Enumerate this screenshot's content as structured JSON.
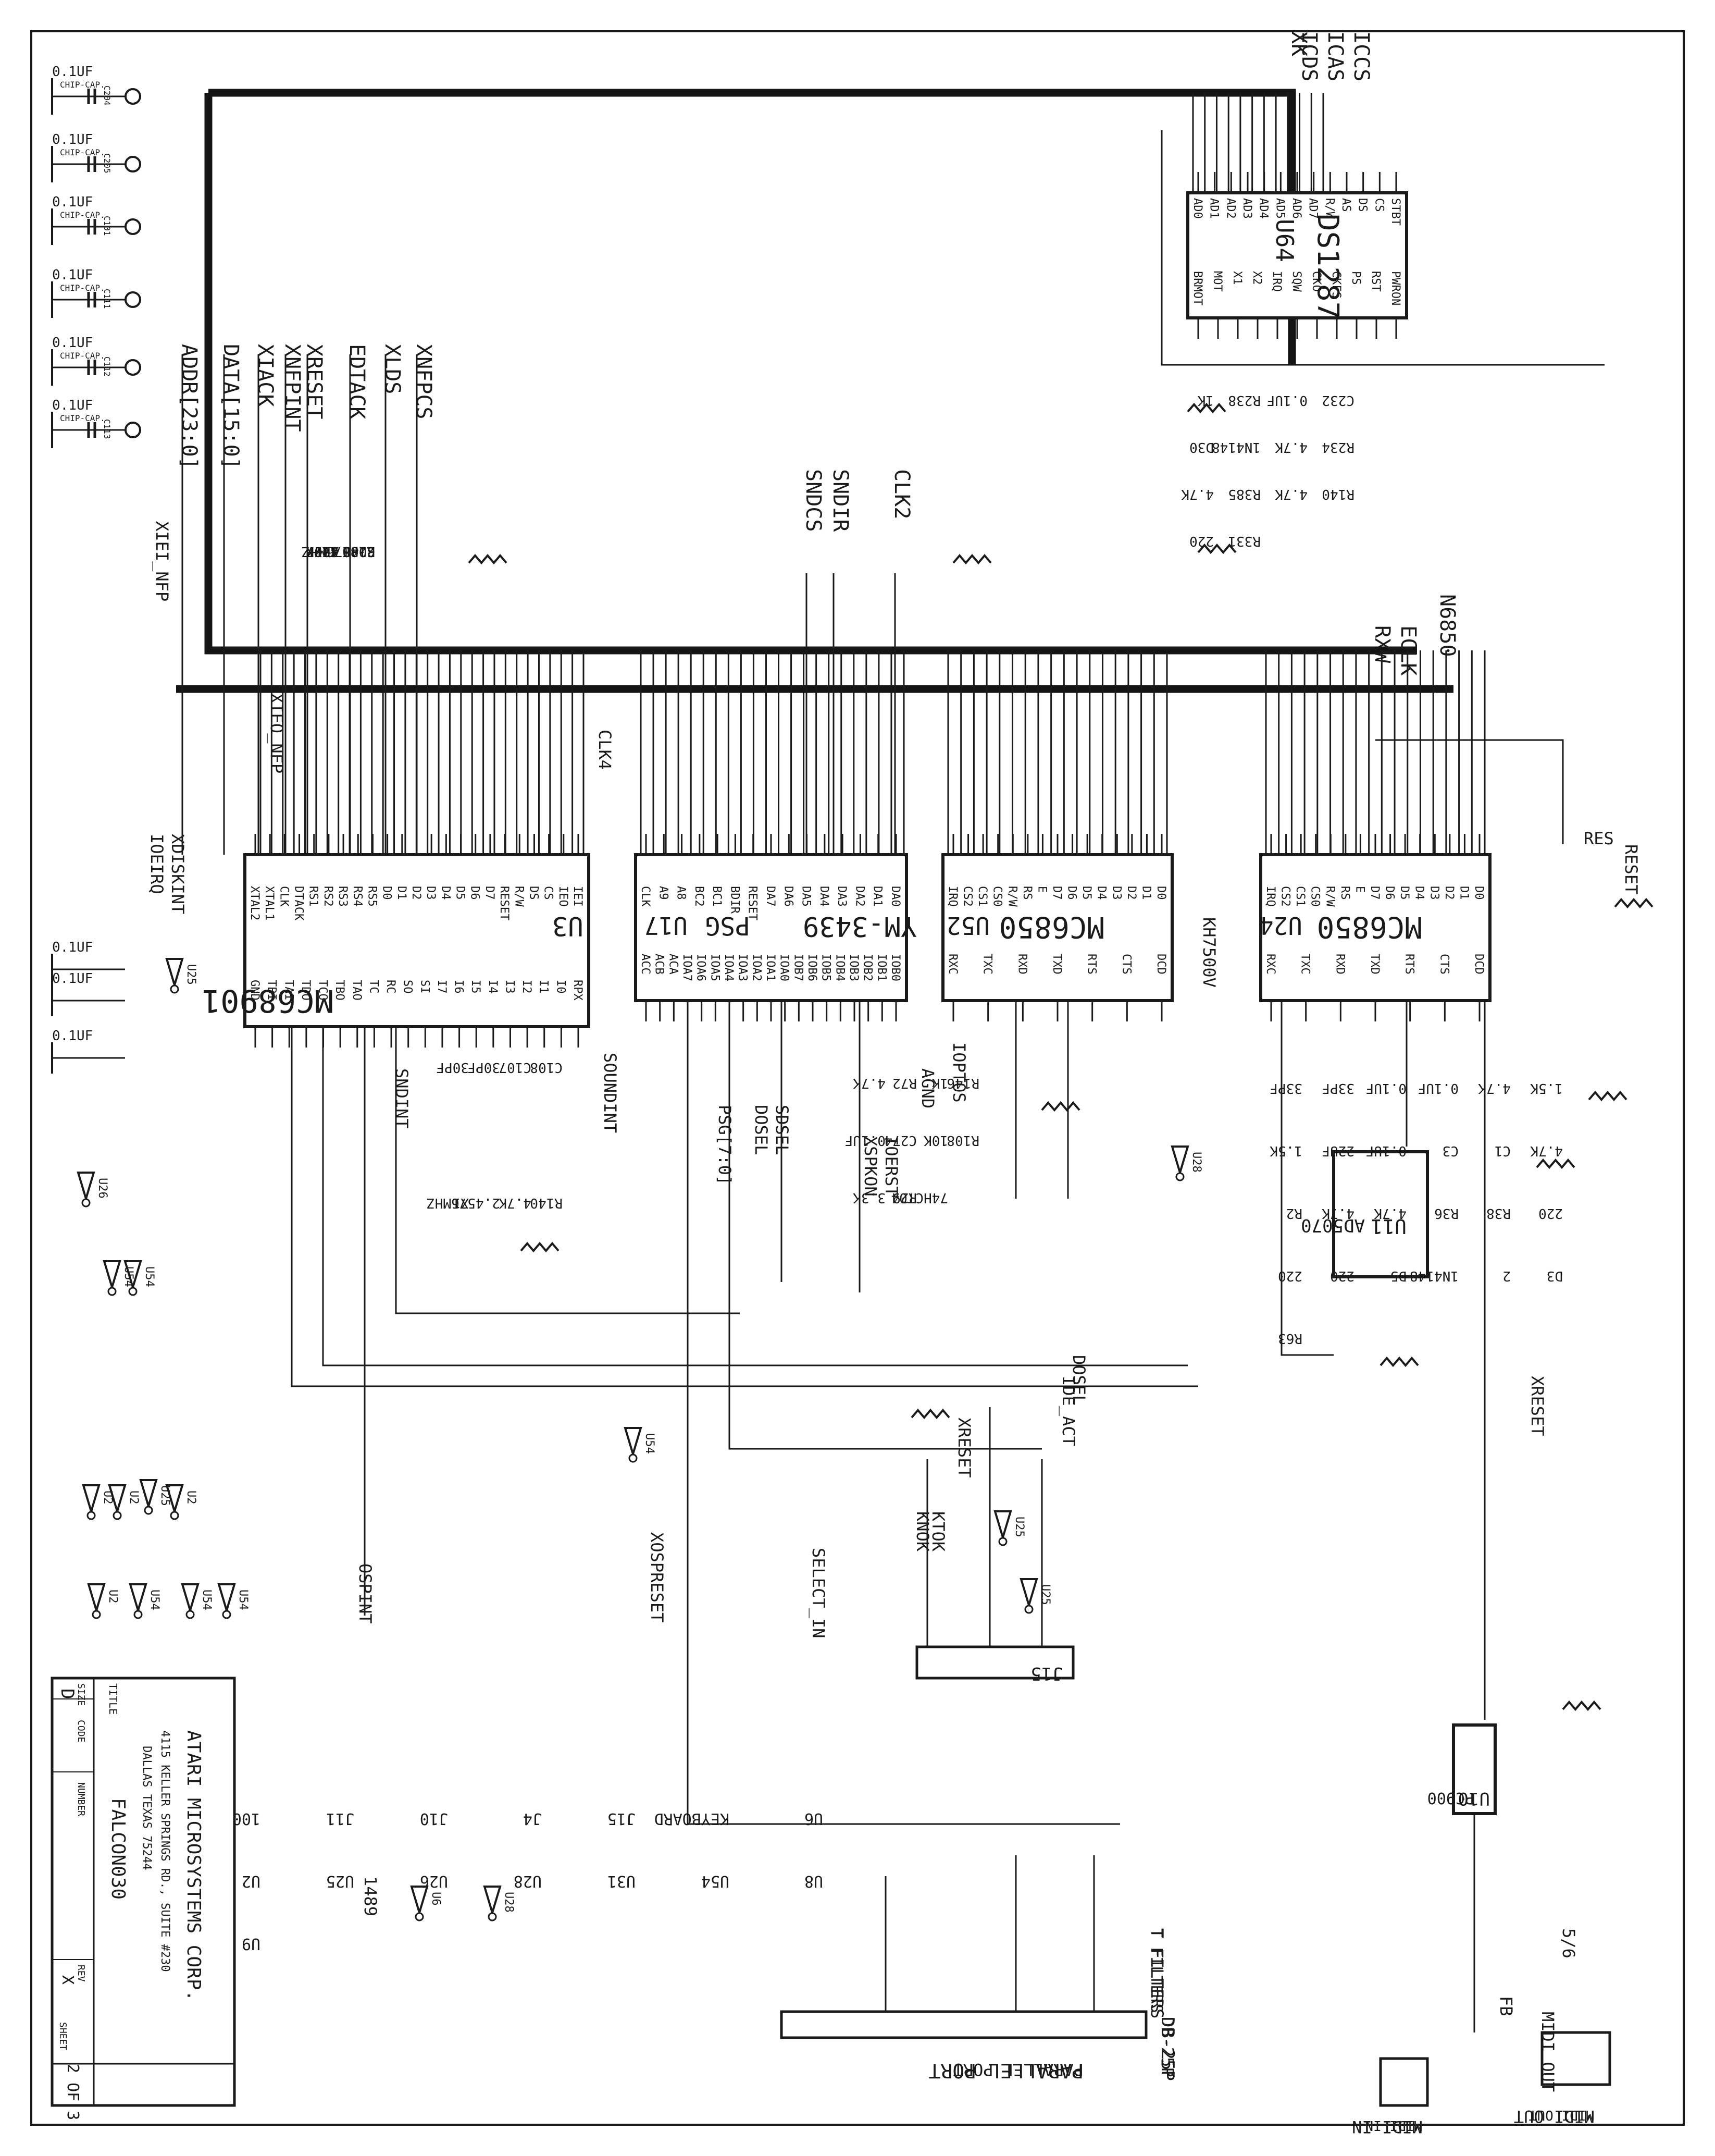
{
  "chips": {
    "mfp": {
      "ref": "U3",
      "part": "MC68901",
      "pins_left": [
        "IEI",
        "IEO",
        "CS",
        "DS",
        "R/W",
        "RESET",
        "D7",
        "D6",
        "D5",
        "D4",
        "D3",
        "D2",
        "D1",
        "D0",
        "RS5",
        "RS4",
        "RS3",
        "RS2",
        "RS1",
        "DTACK",
        "CLK",
        "XTAL1",
        "XTAL2"
      ],
      "pins_right": [
        "RPX",
        "I0",
        "I1",
        "I2",
        "I3",
        "I4",
        "I5",
        "I6",
        "I7",
        "SI",
        "SO",
        "RC",
        "TC",
        "TAO",
        "TBO",
        "TCO",
        "TDO",
        "TAI",
        "TBI",
        "GND"
      ]
    },
    "psg": {
      "ref": "U17",
      "part": "YM-3439",
      "sub": "PSG",
      "pins_left": [
        "DA0",
        "DA1",
        "DA2",
        "DA3",
        "DA4",
        "DA5",
        "DA6",
        "DA7",
        "RESET",
        "BDIR",
        "BC1",
        "BC2",
        "A8",
        "A9",
        "CLK"
      ],
      "pins_right": [
        "IOB0",
        "IOB1",
        "IOB2",
        "IOB3",
        "IOB4",
        "IOB5",
        "IOB6",
        "IOB7",
        "IOA0",
        "IOA1",
        "IOA2",
        "IOA3",
        "IOA4",
        "IOA5",
        "IOA6",
        "IOA7",
        "ACA",
        "ACB",
        "ACC"
      ]
    },
    "acia1": {
      "ref": "U52",
      "part": "MC6850",
      "pins_left": [
        "D0",
        "D1",
        "D2",
        "D3",
        "D4",
        "D5",
        "D6",
        "D7",
        "E",
        "RS",
        "R/W",
        "CS0",
        "CS1",
        "CS2",
        "IRQ"
      ],
      "pins_right": [
        "DCD",
        "CTS",
        "RTS",
        "TXD",
        "RXD",
        "TXC",
        "RXC"
      ]
    },
    "acia2": {
      "ref": "U24",
      "part": "MC6850",
      "pins_left": [
        "D0",
        "D1",
        "D2",
        "D3",
        "D4",
        "D5",
        "D6",
        "D7",
        "E",
        "RS",
        "R/W",
        "CS0",
        "CS1",
        "CS2",
        "IRQ"
      ],
      "pins_right": [
        "DCD",
        "CTS",
        "RTS",
        "TXD",
        "RXD",
        "TXC",
        "RXC"
      ]
    },
    "rtc": {
      "ref": "U64",
      "part": "DS1287",
      "pins_top": [
        "AD0",
        "AD1",
        "AD2",
        "AD3",
        "AD4",
        "AD5",
        "AD6",
        "AD7",
        "R/W",
        "AS",
        "DS",
        "CS",
        "STBT"
      ],
      "pins_bottom": [
        "BRMOT",
        "MOT",
        "X1",
        "X2",
        "IRQ",
        "SQW",
        "CKO",
        "CKFS",
        "PS",
        "RST",
        "PWRON"
      ]
    },
    "sw": {
      "ref": "U11",
      "part": "AD5070"
    },
    "opto": {
      "ref": "U10",
      "part": "PC900"
    }
  },
  "signals": {
    "top_right": [
      "XK",
      "ICCS",
      "ICAS",
      "ICDS"
    ],
    "top_left": [
      "XNFPCS",
      "XLDS",
      "EDTACK",
      "XRESET",
      "XNFPINT",
      "XIACK",
      "DATA[15:0]",
      "ADDR[23:0]"
    ],
    "mid": [
      "CLK2",
      "SNDIR",
      "SNDCS"
    ],
    "bus_right": [
      "N6850",
      "ECLK",
      "RXW"
    ],
    "side": [
      "XIEI_NFP",
      "XIEO_NFP",
      "IOEIRQ",
      "XDISKINT",
      "CLK4",
      "SNDINT",
      "SOUNDINT",
      "PSG[7:0]",
      "DOSEL",
      "SDSEL",
      "IOERST",
      "XSPKON",
      "IOPTOS",
      "AGND",
      "KTOK",
      "KNOK",
      "XRESET",
      "IDE_ACT",
      "DOSEL",
      "XOSPRESET",
      "SELECT_IN",
      "OSPINT",
      "KH7500V",
      "RESET",
      "XRESET",
      "1489",
      "T FILTERS",
      "DB-25P",
      "PARALLEL PORT",
      "MIDI OUT",
      "MIDI IN",
      "MIDI OUT",
      "FB",
      "5/6",
      "RES"
    ]
  },
  "components": {
    "caps_left": [
      "0.1UF",
      "0.1UF",
      "0.1UF",
      "0.1UF",
      "0.1UF",
      "0.1UF"
    ],
    "cap_type": "CHIP-CAP.",
    "cap_refs": [
      "C204",
      "C205",
      "C101",
      "C111",
      "C112",
      "C113"
    ],
    "caps_mfp": [
      "0.1UF",
      "0.1UF",
      "0.1UF"
    ],
    "mfp_area": [
      "4.7K",
      "R181",
      "1K",
      "R240",
      "30PF",
      "30PF",
      "C107",
      "C108",
      "X1",
      "2.4576MHZ",
      "4.7K",
      "R140"
    ],
    "psg_area": [
      "4.7K",
      "R72",
      "1K",
      "R146",
      "0.1UF",
      "C274",
      "10K",
      "R108",
      "3.3K",
      "R29",
      "74HCT04"
    ],
    "rtc_area": [
      "1K",
      "R238",
      "0.1UF",
      "C232",
      "D30",
      "1N4148",
      "4.7K",
      "R234",
      "4.7K",
      "R385",
      "4.7K",
      "R140",
      "220",
      "R331"
    ],
    "right_area": [
      "33PF",
      "33PF",
      "0.1UF",
      "0.1UF",
      "4.7K",
      "1.5K",
      "1.5K",
      "22UF",
      "0.1UF",
      "C3",
      "C1",
      "4.7K",
      "R2",
      "4.7K",
      "4.7K",
      "R36",
      "R38",
      "220",
      "220",
      "220",
      "D5",
      "1N4148",
      "2",
      "D3",
      "R63"
    ],
    "misc": [
      "100PF",
      "J11",
      "J10",
      "J4",
      "J15",
      "KEYBOARD",
      "U6",
      "U2",
      "U25",
      "U26",
      "U28",
      "U31",
      "U54",
      "U8",
      "U9"
    ]
  },
  "gates": [
    "U25",
    "U26",
    "U54",
    "U54",
    "U25",
    "U2",
    "U2",
    "U2",
    "U2",
    "U54",
    "U54",
    "U54",
    "U54",
    "U25",
    "U25",
    "U28",
    "U28",
    "U6"
  ],
  "title_block": {
    "company": "ATARI MICROSYSTEMS CORP.",
    "address1": "4115 KELLER SPRINGS RD., SUITE #230",
    "address2": "DALLAS TEXAS 75244",
    "title_label": "TITLE",
    "size_label": "SIZE",
    "size": "D",
    "code_label": "CODE",
    "number_label": "NUMBER",
    "number": "FALCON030",
    "sheet_label": "SHEET",
    "sheet_of": "2 OF 3",
    "rev_label": "REV",
    "rev": "X"
  }
}
